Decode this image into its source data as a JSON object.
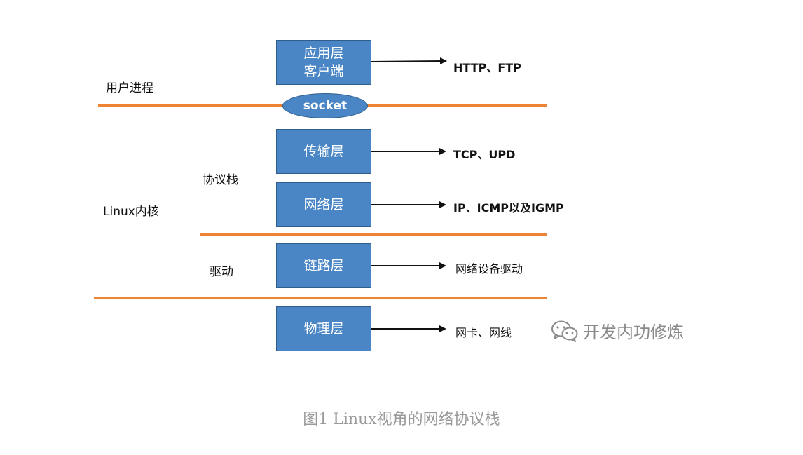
{
  "side_labels": {
    "user_process": "用户进程",
    "linux_kernel": "Linux内核",
    "protocol_stack": "协议栈",
    "driver": "驱动"
  },
  "socket": "socket",
  "layers": {
    "application": {
      "line1": "应用层",
      "line2": "客户端",
      "protocols": "HTTP、FTP"
    },
    "transport": {
      "label": "传输层",
      "protocols": "TCP、UPD"
    },
    "network": {
      "label": "网络层",
      "protocols": "IP、ICMP以及IGMP"
    },
    "link": {
      "label": "链路层",
      "protocols": "网络设备驱动"
    },
    "physical": {
      "label": "物理层",
      "protocols": "网卡、网线"
    }
  },
  "watermark": "开发内功修炼",
  "caption": "图1 Linux视角的网络协议栈",
  "colors": {
    "box": "#4a86c5",
    "rule": "#ee8433",
    "caption": "#9a9a9a"
  }
}
